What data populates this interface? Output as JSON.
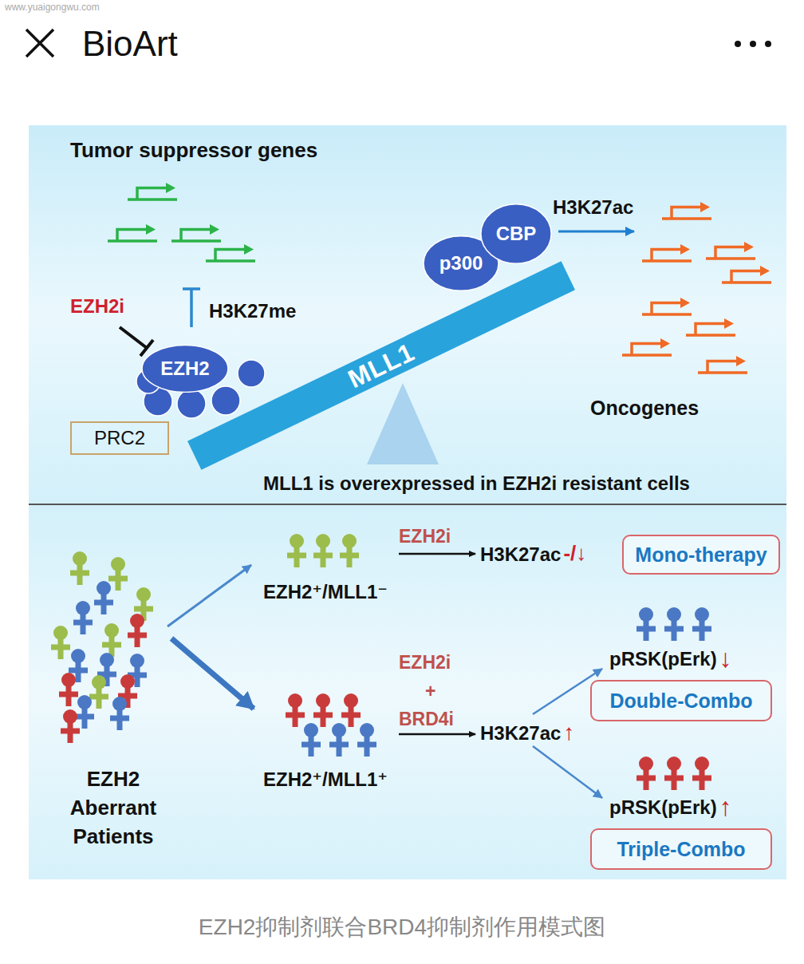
{
  "diagram": {
    "title": "BioArt",
    "caption": "EZH2抑制剂联合BRD4抑制剂作用模式图",
    "nodes": [
      {
        "text": [
          "EZH2"
        ]
      },
      {
        "text": [
          "PRC2"
        ]
      },
      {
        "text": [
          "p300"
        ]
      },
      {
        "text": [
          "CBP"
        ]
      },
      {
        "text": [
          "MLL1"
        ]
      },
      {
        "text": [
          "Mono-therapy"
        ]
      },
      {
        "text": [
          "Double-Combo"
        ]
      },
      {
        "text": [
          "Triple-Combo"
        ]
      }
    ],
    "labels": [
      "www.yuaigongwu.com",
      "Tumor suppressor genes",
      "EZH2i",
      "H3K27me",
      "H3K27ac",
      "Oncogenes",
      "MLL1 is overexpressed in EZH2i resistant cells",
      "EZH2 Aberrant Patients",
      "EZH2⁺/MLL1⁻",
      "EZH2i",
      "H3K27ac",
      "-/↓",
      "EZH2i",
      "+",
      "BRD4i",
      "H3K27ac",
      "↑",
      "EZH2⁺/MLL1⁺",
      "pRSK(pErk)",
      "↓",
      "pRSK(pErk)",
      "↑"
    ]
  }
}
